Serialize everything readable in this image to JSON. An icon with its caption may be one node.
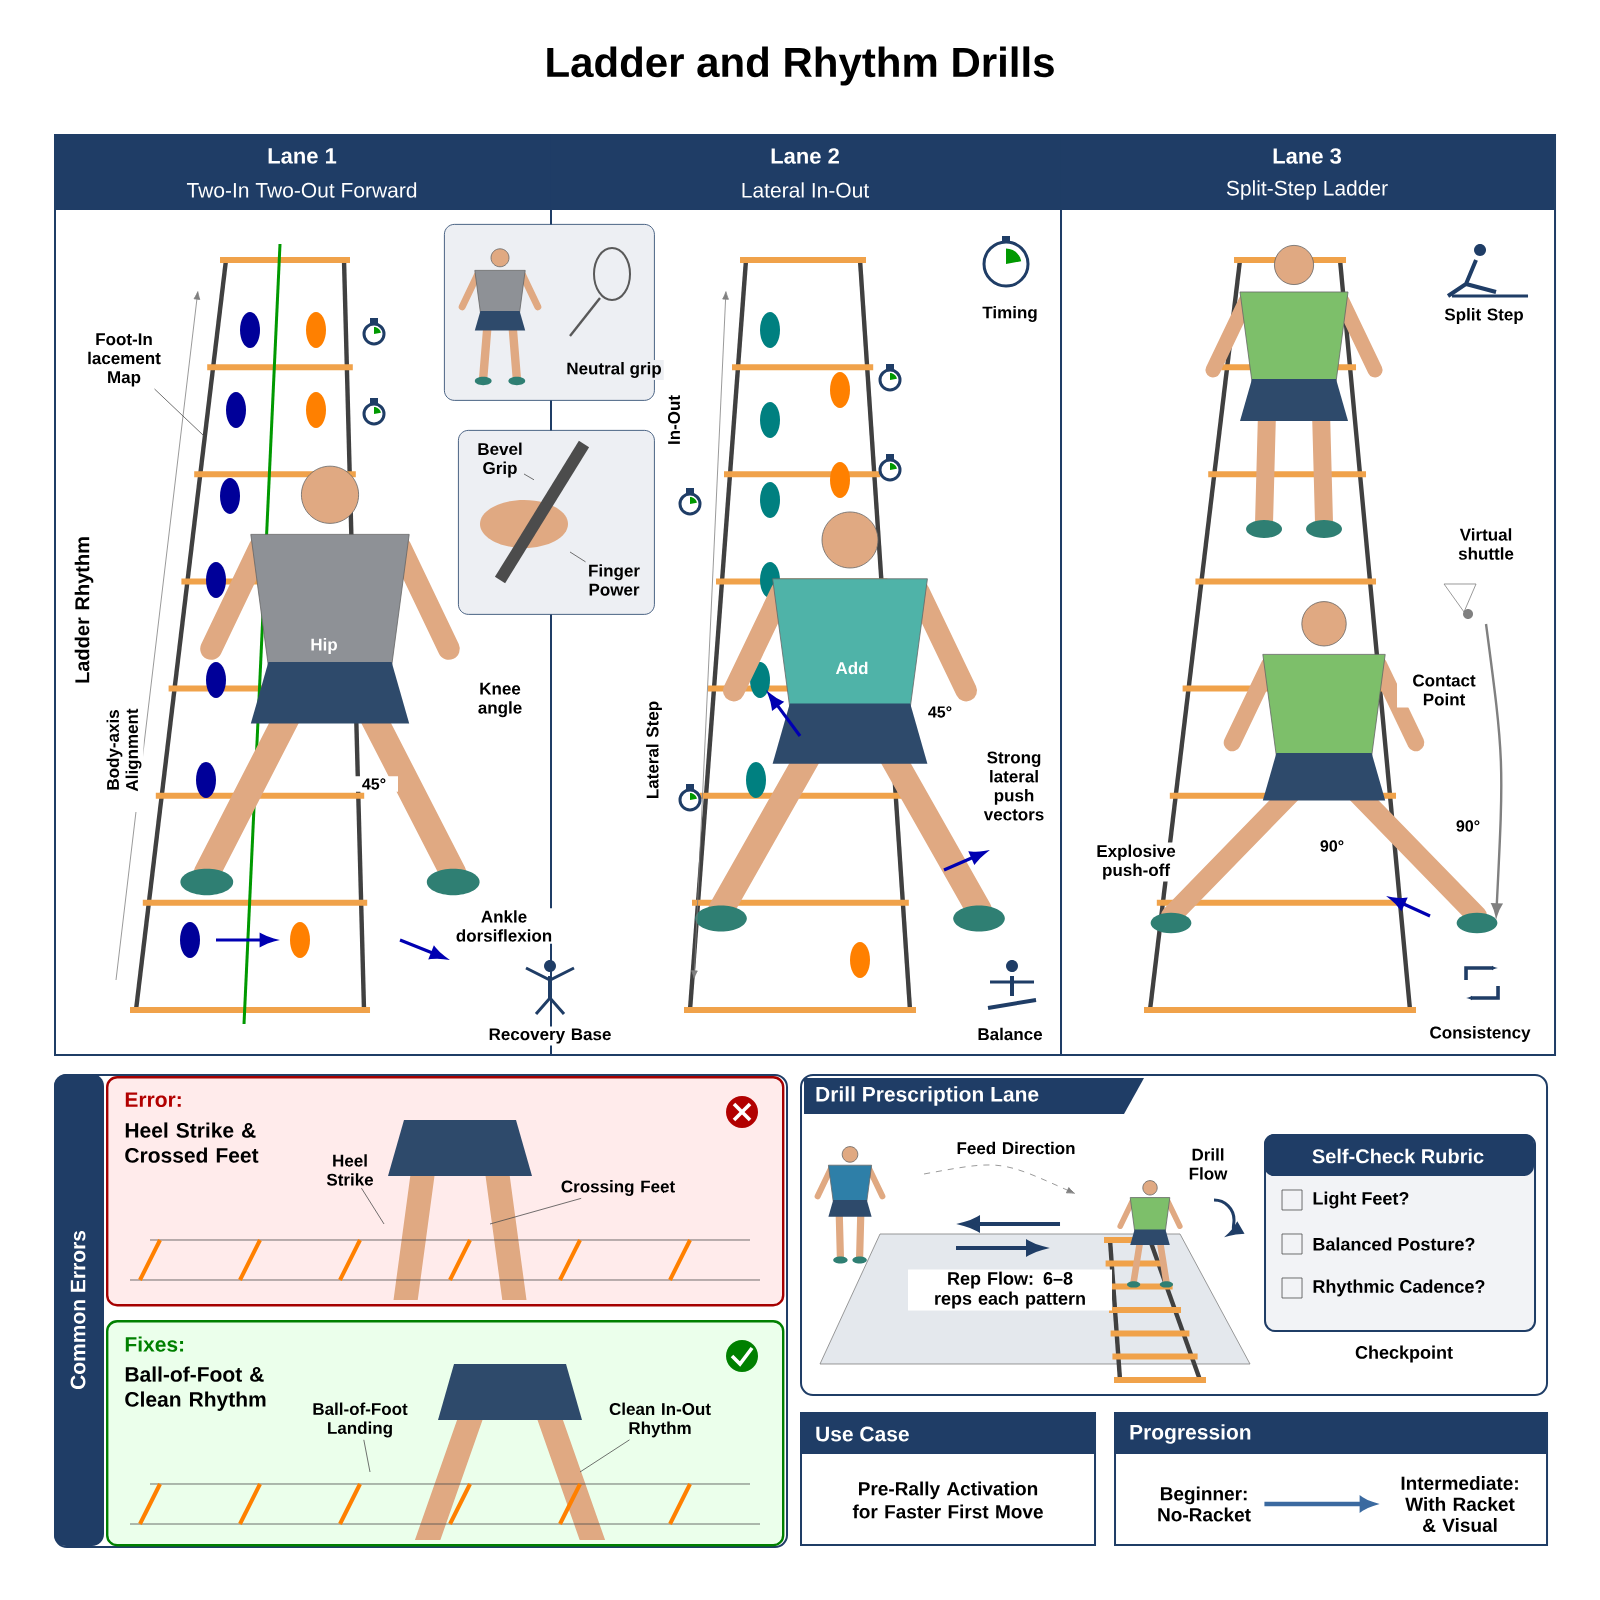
{
  "diagram": {
    "title": "Ladder and Rhythm Drills",
    "nodes": [
      {
        "text": [
          "Lane 1",
          "Two-In Two-Out Forward"
        ]
      },
      {
        "text": [
          "Lane 2",
          "Lateral In-Out"
        ]
      },
      {
        "text": [
          "Lane 3",
          "Split-Step Ladder"
        ]
      },
      {
        "text": [
          "Neutral grip"
        ]
      },
      {
        "text": [],
        "shape": "picture"
      },
      {
        "text": [
          "Bevel Grip"
        ]
      },
      {
        "text": [
          "Finger Power"
        ]
      },
      {
        "text": [
          "Foot-In lacement Map"
        ],
        "in": 0
      },
      {
        "text": [
          "Common Errors"
        ]
      },
      {
        "text": [
          "Error:",
          "Heel Strike & Crossed Feet"
        ],
        "in": 8
      },
      {
        "text": [
          "Heel Strike"
        ],
        "in": 9
      },
      {
        "text": [
          "Crossing Feet"
        ],
        "in": 9
      },
      {
        "text": [
          "Fixes:",
          "Ball-of-Foot & Clean Rhythm"
        ],
        "in": 8
      },
      {
        "text": [
          "Ball-of-Foot Landing"
        ],
        "in": 12
      },
      {
        "text": [
          "Clean In-Out Rhythm"
        ],
        "in": 12
      },
      {
        "text": [
          "Drill Prescription Lane"
        ]
      },
      {
        "text": [
          "Self-Check Rubric",
          "Light Feet?",
          "Balanced Posture?",
          "Rhythmic Cadence?"
        ],
        "in": 15,
        "beside": [
          "Checkpoint"
        ]
      },
      {
        "text": [
          "Use Case",
          "Pre-Rally Activation for Faster First Move"
        ]
      },
      {
        "text": [
          "Progression"
        ]
      },
      {
        "text": [
          "Beginner: No-Racket"
        ],
        "in": 18
      },
      {
        "text": [
          "Intermediate: With Racket & Visual"
        ],
        "in": 18
      }
    ],
    "edges": [
      {
        "from": 7,
        "to": null,
        "arrow": "none"
      },
      {
        "from": 5,
        "to": null,
        "arrow": "none"
      },
      {
        "from": 6,
        "to": null,
        "arrow": "none"
      },
      {
        "from": 10,
        "to": null,
        "arrow": "none"
      },
      {
        "from": 11,
        "to": null,
        "arrow": "none"
      },
      {
        "from": 13,
        "to": null,
        "arrow": "none"
      },
      {
        "from": 14,
        "to": null,
        "arrow": "none"
      },
      {
        "from": 19,
        "to": 20,
        "arrow": "to",
        "style": "thick",
        "color": "#3b6aa0"
      }
    ],
    "labels": [
      "Ladder Rhythm",
      "Body-axis Alignment",
      "Hip",
      "45°",
      "Knee angle",
      "Ankle dorsiflexion",
      "Recovery Base",
      "In-Out",
      "Timing",
      "Lateral Step",
      "Add",
      "45°",
      "Strong lateral push vectors",
      "Balance",
      "Split Step",
      "Virtual shuttle",
      "Contact Point",
      "Explosive push-off",
      "90°",
      "90°",
      "Consistency",
      "Feed Direction",
      "Drill Flow",
      "Rep Flow: 6–8 reps each pattern"
    ]
  }
}
